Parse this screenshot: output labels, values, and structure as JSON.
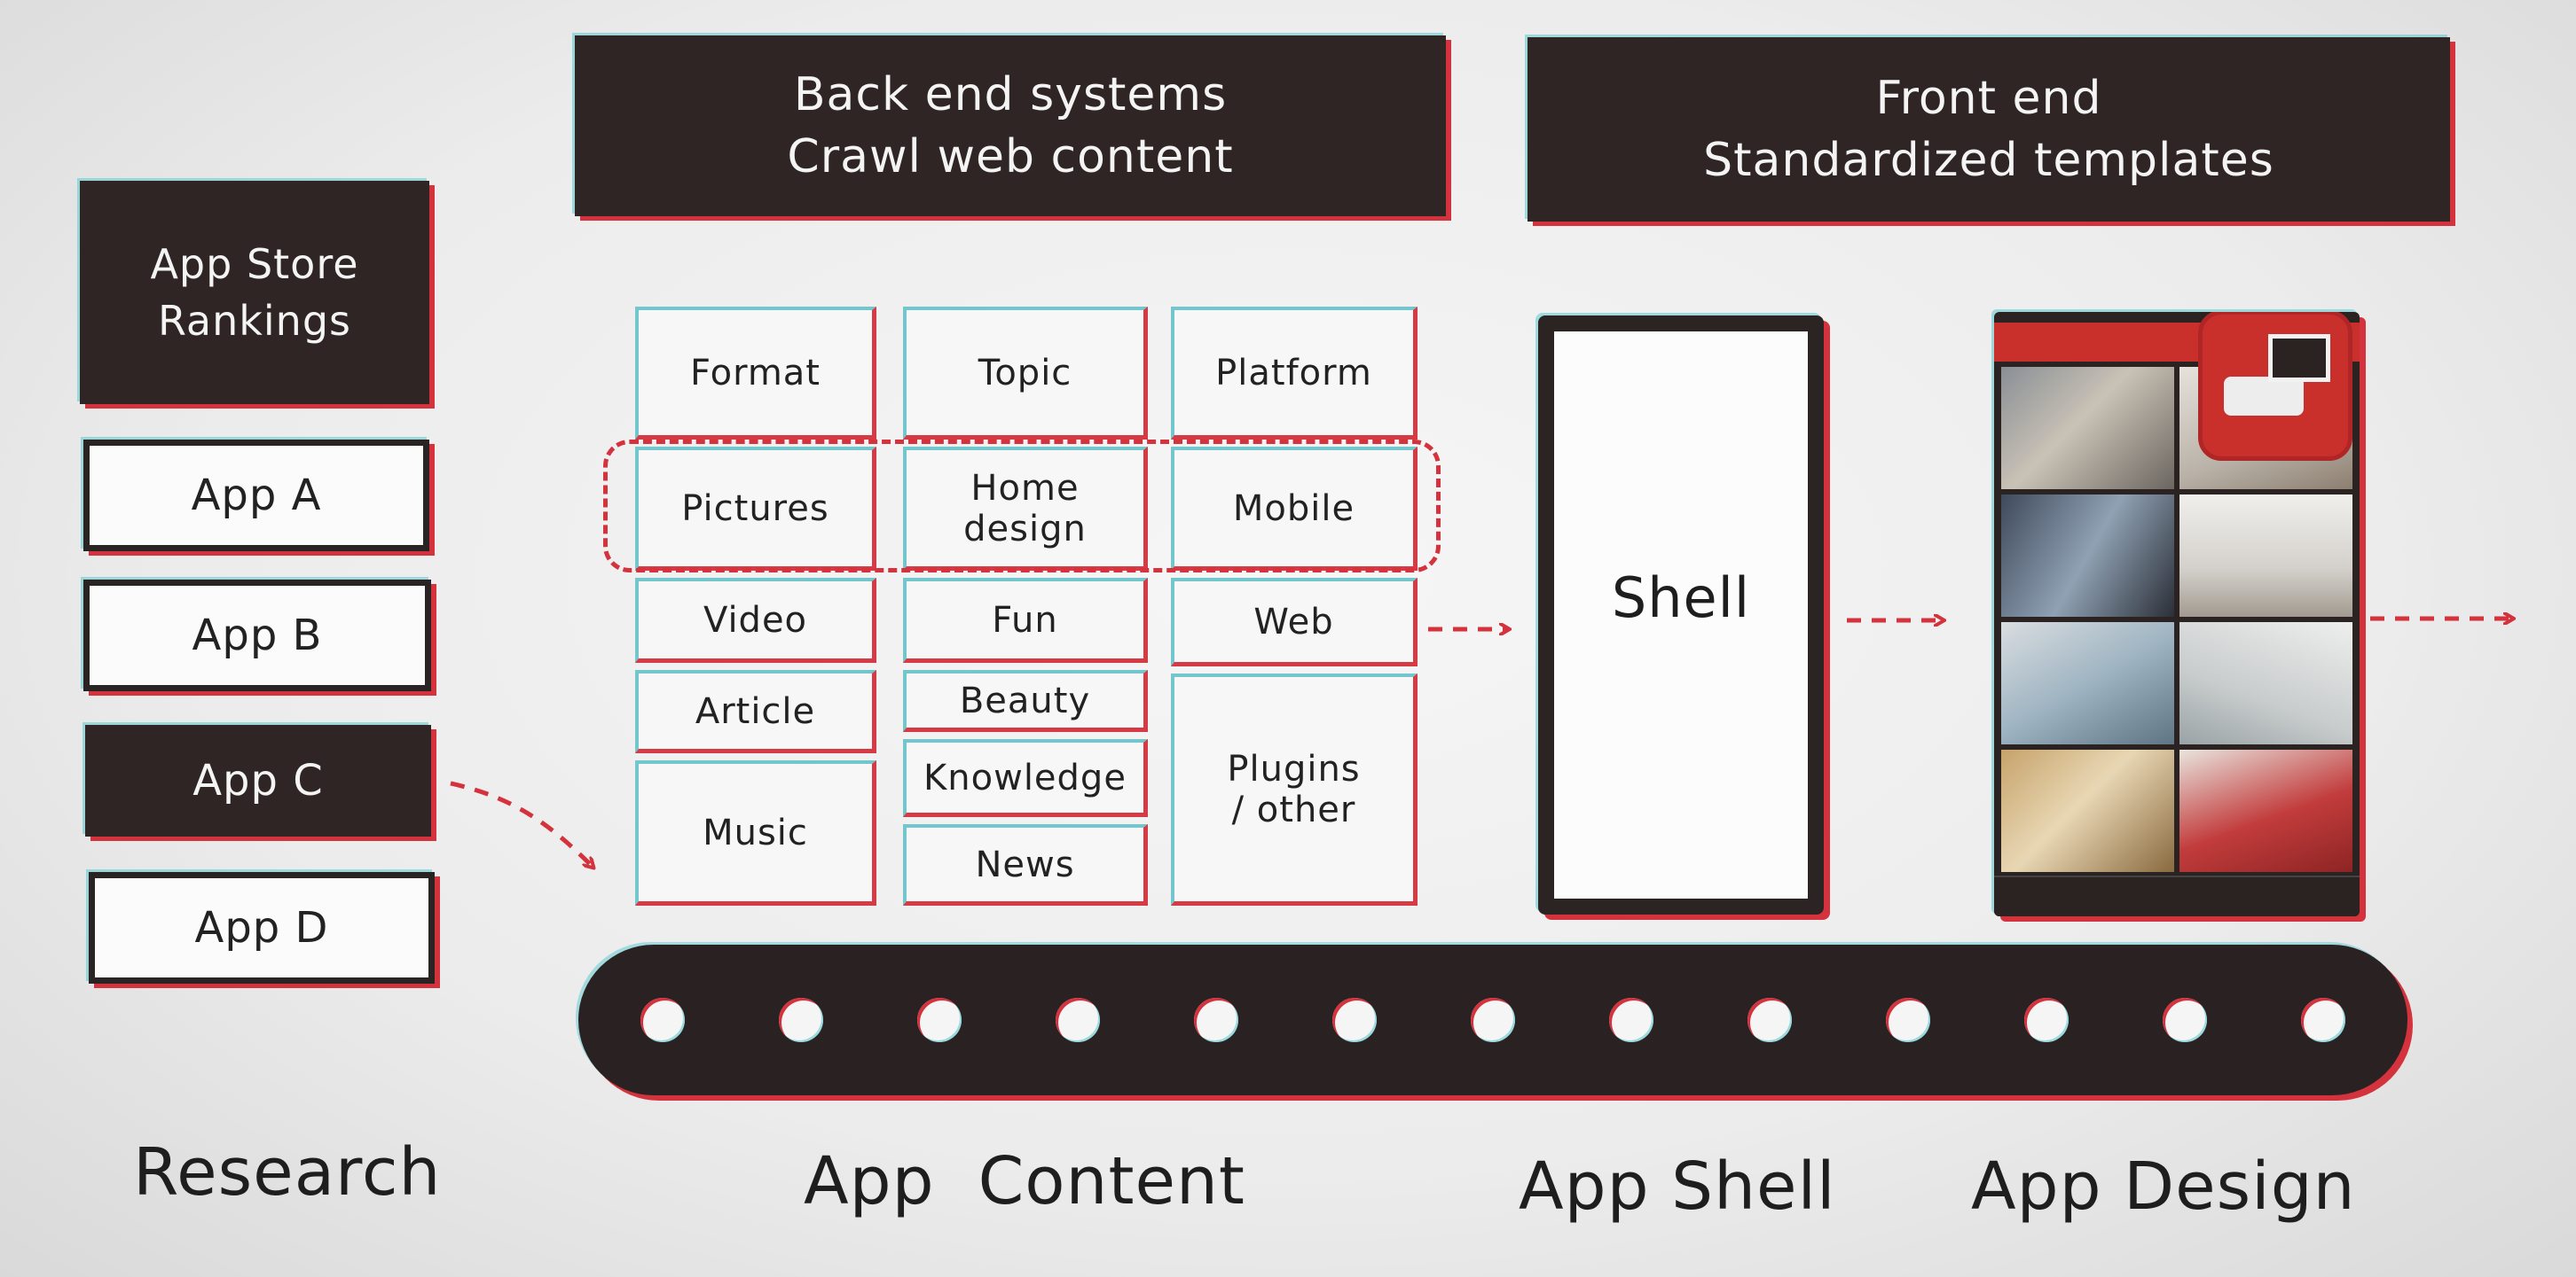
{
  "headers": {
    "back_end": "Back end systems\nCrawl web content",
    "front_end": "Front end\nStandardized templates"
  },
  "research": {
    "title": "App Store\nRankings",
    "apps": [
      "App A",
      "App B",
      "App C",
      "App D"
    ],
    "highlighted_app": "App C"
  },
  "content": {
    "columns": [
      {
        "header": "Format",
        "items": [
          "Pictures",
          "Video",
          "Article",
          "Music"
        ]
      },
      {
        "header": "Topic",
        "items": [
          "Home\ndesign",
          "Fun",
          "Beauty",
          "Knowledge",
          "News"
        ]
      },
      {
        "header": "Platform",
        "items": [
          "Mobile",
          "Web",
          "Plugins\n/ other"
        ]
      }
    ]
  },
  "shell": {
    "label": "Shell"
  },
  "labels": {
    "research": "Research",
    "app_content": "App  Content",
    "app_shell": "App Shell",
    "app_design": "App Design"
  },
  "colors": {
    "dark_box": "#2f2524",
    "red_accent": "#d4323c",
    "cyan_fringe": "#73c7cc",
    "app_red": "#c9302c"
  }
}
